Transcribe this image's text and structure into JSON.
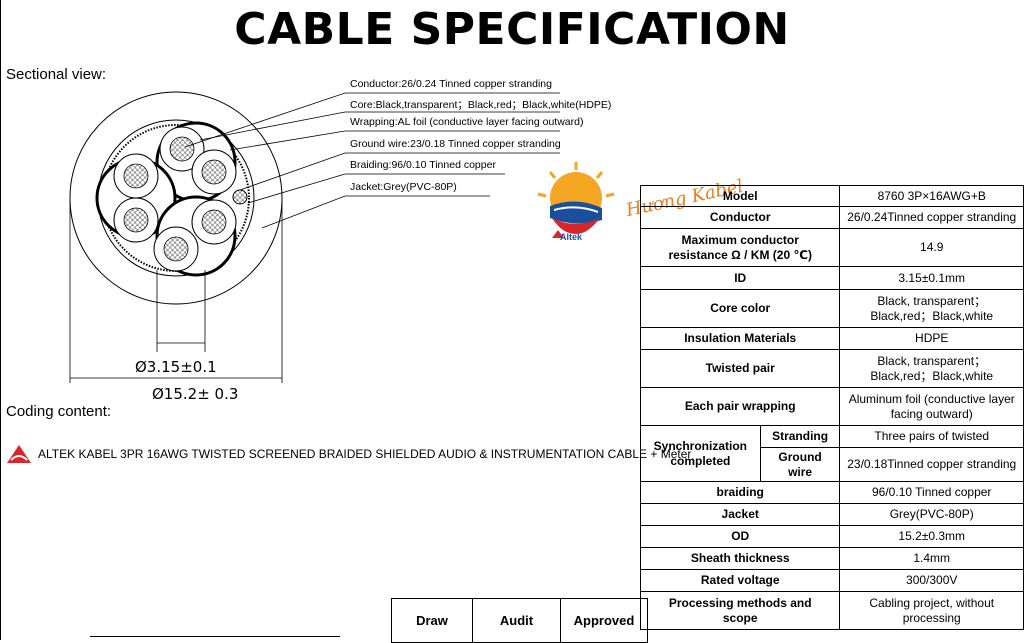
{
  "title": "CABLE SPECIFICATION",
  "sectional_view_label": "Sectional view:",
  "coding_content_label": "Coding content:",
  "coding_text": "ALTEK KABEL 3PR 16AWG TWISTED SCREENED BRAIDED SHIELDED AUDIO & INSTRUMENTATION CABLE + Meter",
  "callouts": {
    "conductor": "Conductor:26/0.24 Tinned copper stranding",
    "core": "Core:Black,transparent；Black,red；Black,white(HDPE)",
    "wrapping": "Wrapping:AL foil (conductive layer facing outward)",
    "ground": "Ground wire:23/0.18 Tinned copper stranding",
    "braiding": "Braiding:96/0.10 Tinned copper",
    "jacket": "Jacket:Grey(PVC-80P)"
  },
  "dimensions": {
    "id": "Ø3.15±0.1",
    "od": "Ø15.2± 0.3"
  },
  "logo": {
    "brand": "Hương Kabel",
    "small": "Altek"
  },
  "colors": {
    "logo_orange": "#e67e22",
    "logo_blue": "#1a4f9c",
    "altek_red": "#d9262c"
  },
  "spec": {
    "model": {
      "label": "Model",
      "value": "8760 3P×16AWG+B"
    },
    "conductor": {
      "label": "Conductor",
      "value": "26/0.24Tinned copper stranding"
    },
    "resistance": {
      "label1": "Maximum conductor",
      "label2": "resistance Ω / KM (20 ℃)",
      "value": "14.9"
    },
    "id": {
      "label": "ID",
      "value": "3.15±0.1mm"
    },
    "core_color": {
      "label": "Core color",
      "value1": "Black, transparent；",
      "value2": "Black,red；Black,white"
    },
    "insulation": {
      "label": "Insulation Materials",
      "value": "HDPE"
    },
    "twisted": {
      "label": "Twisted pair",
      "value1": "Black, transparent；",
      "value2": "Black,red；Black,white"
    },
    "pair_wrapping": {
      "label": "Each pair wrapping",
      "value1": "Aluminum foil (conductive layer",
      "value2": "facing outward)"
    },
    "sync": {
      "label1": "Synchronization",
      "label2": "completed",
      "stranding_label": "Stranding",
      "stranding_value": "Three pairs of twisted",
      "ground_label1": "Ground",
      "ground_label2": "wire",
      "ground_value": "23/0.18Tinned copper stranding"
    },
    "braiding": {
      "label": "braiding",
      "value": "96/0.10 Tinned copper"
    },
    "jacket": {
      "label": "Jacket",
      "value": "Grey(PVC-80P)"
    },
    "od": {
      "label": "OD",
      "value": "15.2±0.3mm"
    },
    "sheath": {
      "label": "Sheath thickness",
      "value": "1.4mm"
    },
    "voltage": {
      "label": "Rated voltage",
      "value": "300/300V"
    },
    "processing": {
      "label1": "Processing methods and",
      "label2": "scope",
      "value1": "Cabling project, without",
      "value2": "processing"
    }
  },
  "signoff": {
    "draw": "Draw",
    "audit": "Audit",
    "approved": "Approved"
  }
}
